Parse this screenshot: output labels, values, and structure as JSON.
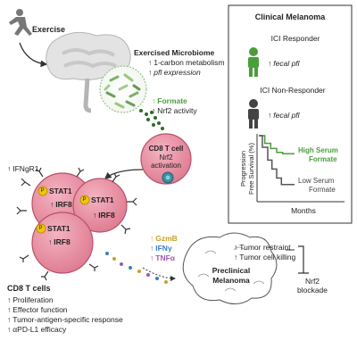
{
  "exercise": "Exercise",
  "microbiome": {
    "title": "Exercised Microbiome",
    "items": [
      "1-carbon metabolism",
      "pfl expression"
    ]
  },
  "formate": {
    "label": "Formate",
    "nrf2": "Nrf2 activity"
  },
  "cd8_cell": {
    "line1": "CD8 T cell",
    "line2": "Nrf2",
    "line3": "activation"
  },
  "ifngr1": "IFNgR1",
  "cells": {
    "phospho": "P",
    "stat1": "STAT1",
    "irf8": "IRF8"
  },
  "cytokines": [
    "GzmB",
    "IFNγ",
    "TNFα"
  ],
  "effects": {
    "restraint": "Tumor restraint",
    "killing": "Tumor cell killing",
    "blockade": [
      "Nrf2",
      "blockade"
    ]
  },
  "tumor": {
    "line1": "Preclinical",
    "line2": "Melanoma"
  },
  "cd8_effects": {
    "title": "CD8 T cells",
    "items": [
      "Proliferation",
      "Effector function",
      "Tumor-antigen-specific response",
      "αPD-L1 efficacy"
    ]
  },
  "clinical": {
    "title": "Clinical Melanoma",
    "responder": "ICI Responder",
    "responder_level": "fecal pfl",
    "non_responder": "ICI Non-Responder",
    "non_responder_level": "fecal pfl",
    "ylabel1": "Progression",
    "ylabel2": "Free Survival (%)",
    "xlabel": "Months",
    "high": [
      "High Serum",
      "Formate"
    ],
    "low": [
      "Low Serum",
      "Formate"
    ]
  },
  "colors": {
    "green": "#4a9e3a",
    "cell_pink": "#e58a9c",
    "cell_border": "#b8506a",
    "phospho_yellow": "#f1c40f",
    "gzmb": "#c9a227",
    "ifng": "#3a7fc1",
    "tnfa": "#9b59b6"
  },
  "chart_data": {
    "type": "line",
    "title": "",
    "xlabel": "Months",
    "ylabel": "Progression Free Survival (%)",
    "series": [
      {
        "name": "High Serum Formate",
        "x": [
          0,
          1,
          1,
          2,
          2,
          3,
          3,
          4,
          4,
          6
        ],
        "y": [
          100,
          100,
          88,
          88,
          80,
          80,
          74,
          74,
          72,
          72
        ]
      },
      {
        "name": "Low Serum Formate",
        "x": [
          0,
          0.6,
          0.6,
          1.5,
          1.5,
          2.2,
          2.2,
          3,
          3,
          3.8,
          3.8,
          6
        ],
        "y": [
          100,
          100,
          82,
          82,
          62,
          62,
          48,
          48,
          34,
          34,
          24,
          24
        ]
      }
    ]
  }
}
